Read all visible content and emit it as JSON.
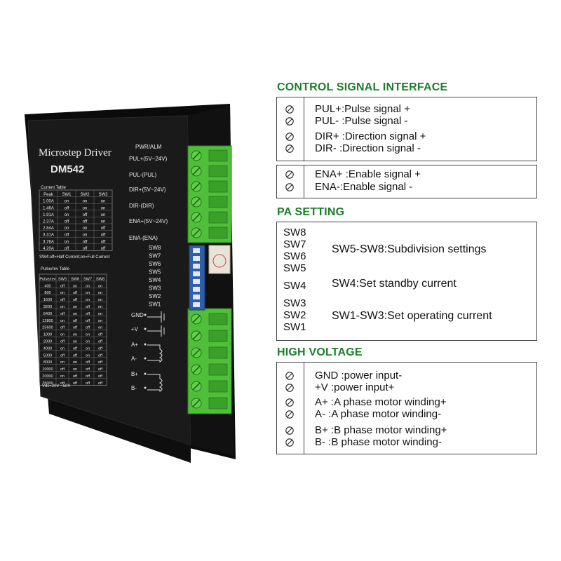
{
  "device": {
    "brand_line": "Microstep Driver",
    "model": "DM542",
    "pwr_alm": "PWR/ALM",
    "pin_labels": [
      "PUL+(5V~24V)",
      "PUL-(PUL)",
      "DIR+(5V~24V)",
      "DIR-(DIR)",
      "ENA+(5V~24V)",
      "ENA-(ENA)"
    ],
    "switch_labels": [
      "SW8",
      "SW7",
      "SW6",
      "SW5",
      "SW4",
      "SW3",
      "SW2",
      "SW1"
    ],
    "power_labels": [
      "GND",
      "+V",
      "A+",
      "A-",
      "B+",
      "B-"
    ],
    "current_table": {
      "title": "Current Table",
      "headers": [
        "Peak",
        "SW1",
        "SW2",
        "SW3"
      ],
      "rows": [
        [
          "1.00A",
          "on",
          "on",
          "on"
        ],
        [
          "1.46A",
          "off",
          "on",
          "on"
        ],
        [
          "1.91A",
          "on",
          "off",
          "on"
        ],
        [
          "2.37A",
          "off",
          "off",
          "on"
        ],
        [
          "2.84A",
          "on",
          "on",
          "off"
        ],
        [
          "3.31A",
          "off",
          "on",
          "off"
        ],
        [
          "3.76A",
          "on",
          "off",
          "off"
        ],
        [
          "4.20A",
          "off",
          "off",
          "off"
        ]
      ],
      "note": "SW4:off=Half Current;on=Full Current"
    },
    "pulse_table": {
      "title": "Pulse/rev Table",
      "headers": [
        "Pulse/rev",
        "SW5",
        "SW6",
        "SW7",
        "SW8"
      ],
      "rows": [
        [
          "400",
          "off",
          "on",
          "on",
          "on"
        ],
        [
          "800",
          "on",
          "off",
          "on",
          "on"
        ],
        [
          "1600",
          "off",
          "off",
          "on",
          "on"
        ],
        [
          "3200",
          "on",
          "on",
          "off",
          "on"
        ],
        [
          "6400",
          "off",
          "on",
          "off",
          "on"
        ],
        [
          "12800",
          "on",
          "off",
          "off",
          "on"
        ],
        [
          "25600",
          "off",
          "off",
          "off",
          "on"
        ],
        [
          "1000",
          "on",
          "on",
          "on",
          "off"
        ],
        [
          "2000",
          "off",
          "on",
          "on",
          "off"
        ],
        [
          "4000",
          "on",
          "off",
          "on",
          "off"
        ],
        [
          "5000",
          "off",
          "off",
          "on",
          "off"
        ],
        [
          "8000",
          "on",
          "on",
          "off",
          "off"
        ],
        [
          "10000",
          "off",
          "on",
          "off",
          "off"
        ],
        [
          "20000",
          "on",
          "off",
          "off",
          "off"
        ],
        [
          "25000",
          "off",
          "off",
          "off",
          "off"
        ]
      ],
      "note": "Vdc=20V ~50V"
    }
  },
  "control": {
    "title": "CONTROL SIGNAL INTERFACE",
    "group1": [
      "PUL+:Pulse signal +",
      "PUL- :Pulse signal -",
      "DIR+ :Direction signal +",
      "DIR- :Direction signal -"
    ],
    "group2": [
      "ENA+ :Enable signal +",
      "ENA-:Enable signal -"
    ]
  },
  "pa": {
    "title": "PA SETTING",
    "group1_sw": [
      "SW8",
      "SW7",
      "SW6",
      "SW5"
    ],
    "group1_desc": "SW5-SW8:Subdivision settings",
    "group2_sw": [
      "SW4"
    ],
    "group2_desc": "SW4:Set standby current",
    "group3_sw": [
      "SW3",
      "SW2",
      "SW1"
    ],
    "group3_desc": "SW1-SW3:Set operating current"
  },
  "high_voltage": {
    "title": "HIGH VOLTAGE",
    "rows": [
      "GND :power input-",
      "+V     :power input+",
      "A+  :A phase motor winding+",
      "A-   :A phase motor winding-",
      "B+  :B phase motor winding+",
      "B-   :B phase motor winding-"
    ]
  },
  "colors": {
    "accent_green": "#1b7f2a",
    "terminal_green": "#4fbf3a",
    "device_black": "#151515",
    "dip_blue": "#2f5fa8"
  },
  "icons": {
    "screw": "screw-slot-icon"
  }
}
